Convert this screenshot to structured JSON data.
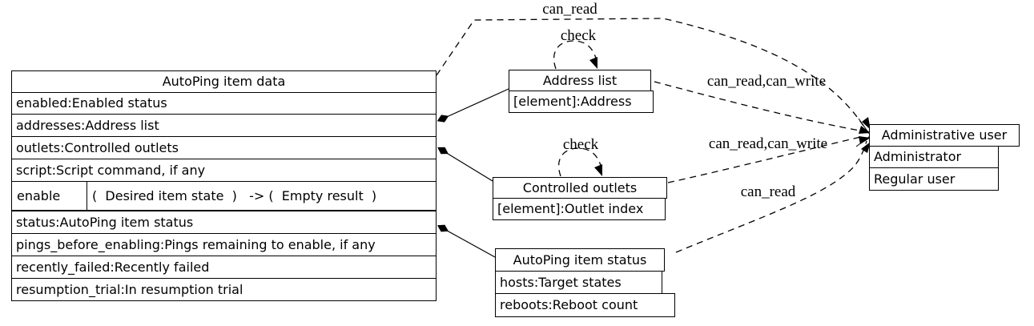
{
  "nodes": {
    "autoping_item_data": {
      "title": "AutoPing item data",
      "attrs": [
        "enabled:Enabled status",
        "addresses:Address list",
        "outlets:Controlled outlets",
        "script:Script command, if any"
      ],
      "method": {
        "name": "enable",
        "signature": "(  Desired item state  )   -> (  Empty result  )"
      },
      "attrs2": [
        "status:AutoPing item status",
        "pings_before_enabling:Pings remaining to enable, if any",
        "recently_failed:Recently failed",
        "resumption_trial:In resumption trial"
      ]
    },
    "address_list": {
      "title": "Address list",
      "attrs": [
        "[element]:Address"
      ]
    },
    "controlled_outlets": {
      "title": "Controlled outlets",
      "attrs": [
        "[element]:Outlet index"
      ]
    },
    "autoping_item_status": {
      "title": "AutoPing item status",
      "attrs": [
        "hosts:Target states",
        "reboots:Reboot count"
      ]
    },
    "administrative_user": {
      "title": "Administrative user",
      "attrs": [
        "Administrator",
        "Regular user"
      ]
    }
  },
  "edge_labels": {
    "top_can_read": "can_read",
    "check_address_list": "check",
    "check_controlled_outlets": "check",
    "address_list_to_admin": "can_read,can_write",
    "outlets_to_admin": "can_read,can_write",
    "status_to_admin": "can_read"
  },
  "colors": {
    "line": "#000000",
    "background": "#ffffff",
    "text": "#000000"
  }
}
